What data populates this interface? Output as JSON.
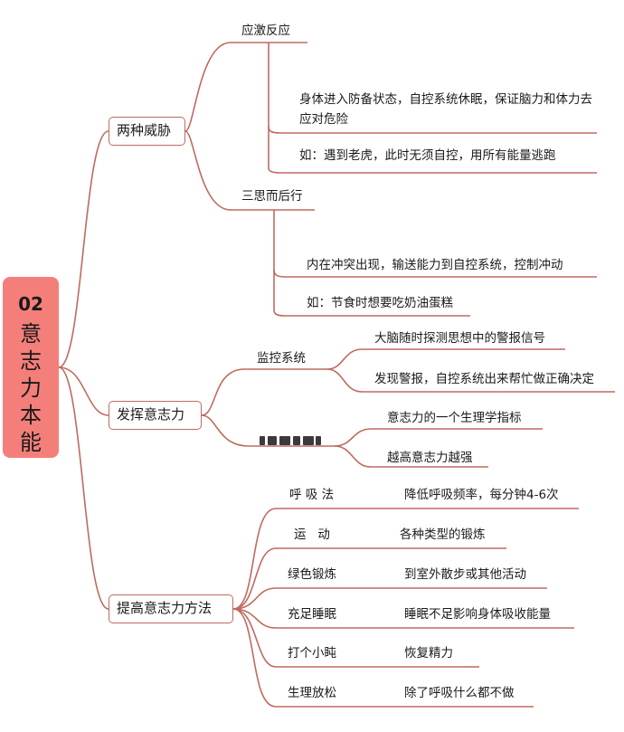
{
  "root": {
    "number": "02",
    "title_chars": [
      "意",
      "志",
      "力",
      "本",
      "能"
    ]
  },
  "branches": [
    {
      "label": "两种威胁",
      "subtopics": [
        {
          "label": "应激反应",
          "points": [
            "身体进入防备状态，自控系统休眠，保证脑力和体力去应对危险",
            "如：遇到老虎，此时无须自控，用所有能量逃跑"
          ]
        },
        {
          "label": "三思而后行",
          "points": [
            "内在冲突出现，输送能力到自控系统，控制冲动",
            "如：节食时想要吃奶油蛋糕"
          ]
        }
      ]
    },
    {
      "label": "发挥意志力",
      "subtopics": [
        {
          "label": "监控系统",
          "points": [
            "大脑随时探测思想中的警报信号",
            "发现警报，自控系统出来帮忙做正确决定"
          ]
        },
        {
          "label": "",
          "points": [
            "意志力的一个生理学指标",
            "越高意志力越强"
          ]
        }
      ]
    },
    {
      "label": "提高意志力方法",
      "methods": [
        {
          "name": "呼 吸 法",
          "desc": "降低呼吸频率，每分钟4-6次"
        },
        {
          "name": "运   动",
          "desc": "各种类型的锻炼"
        },
        {
          "name": "绿色锻炼",
          "desc": "到室外散步或其他活动"
        },
        {
          "name": "充足睡眠",
          "desc": "睡眠不足影响身体吸收能量"
        },
        {
          "name": "打个小盹",
          "desc": "恢复精力"
        },
        {
          "name": "生理放松",
          "desc": "除了呼吸什么都不做"
        }
      ]
    }
  ],
  "colors": {
    "root_fill": "#f47f7a",
    "connector": "#bf6a5e",
    "text": "#1a1a1a"
  }
}
